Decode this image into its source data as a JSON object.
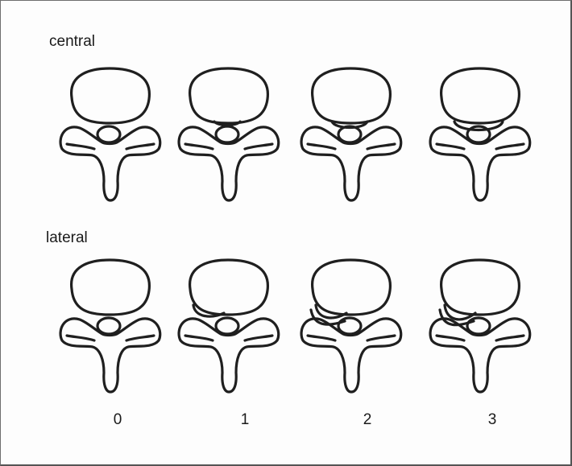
{
  "rows": {
    "central": {
      "label": "central"
    },
    "lateral": {
      "label": "lateral"
    }
  },
  "grades": [
    "0",
    "1",
    "2",
    "3"
  ],
  "icons": {
    "central": [
      "vertebra-central-grade-0-icon",
      "vertebra-central-grade-1-icon",
      "vertebra-central-grade-2-icon",
      "vertebra-central-grade-3-icon"
    ],
    "lateral": [
      "vertebra-lateral-grade-0-icon",
      "vertebra-lateral-grade-1-icon",
      "vertebra-lateral-grade-2-icon",
      "vertebra-lateral-grade-3-icon"
    ]
  }
}
